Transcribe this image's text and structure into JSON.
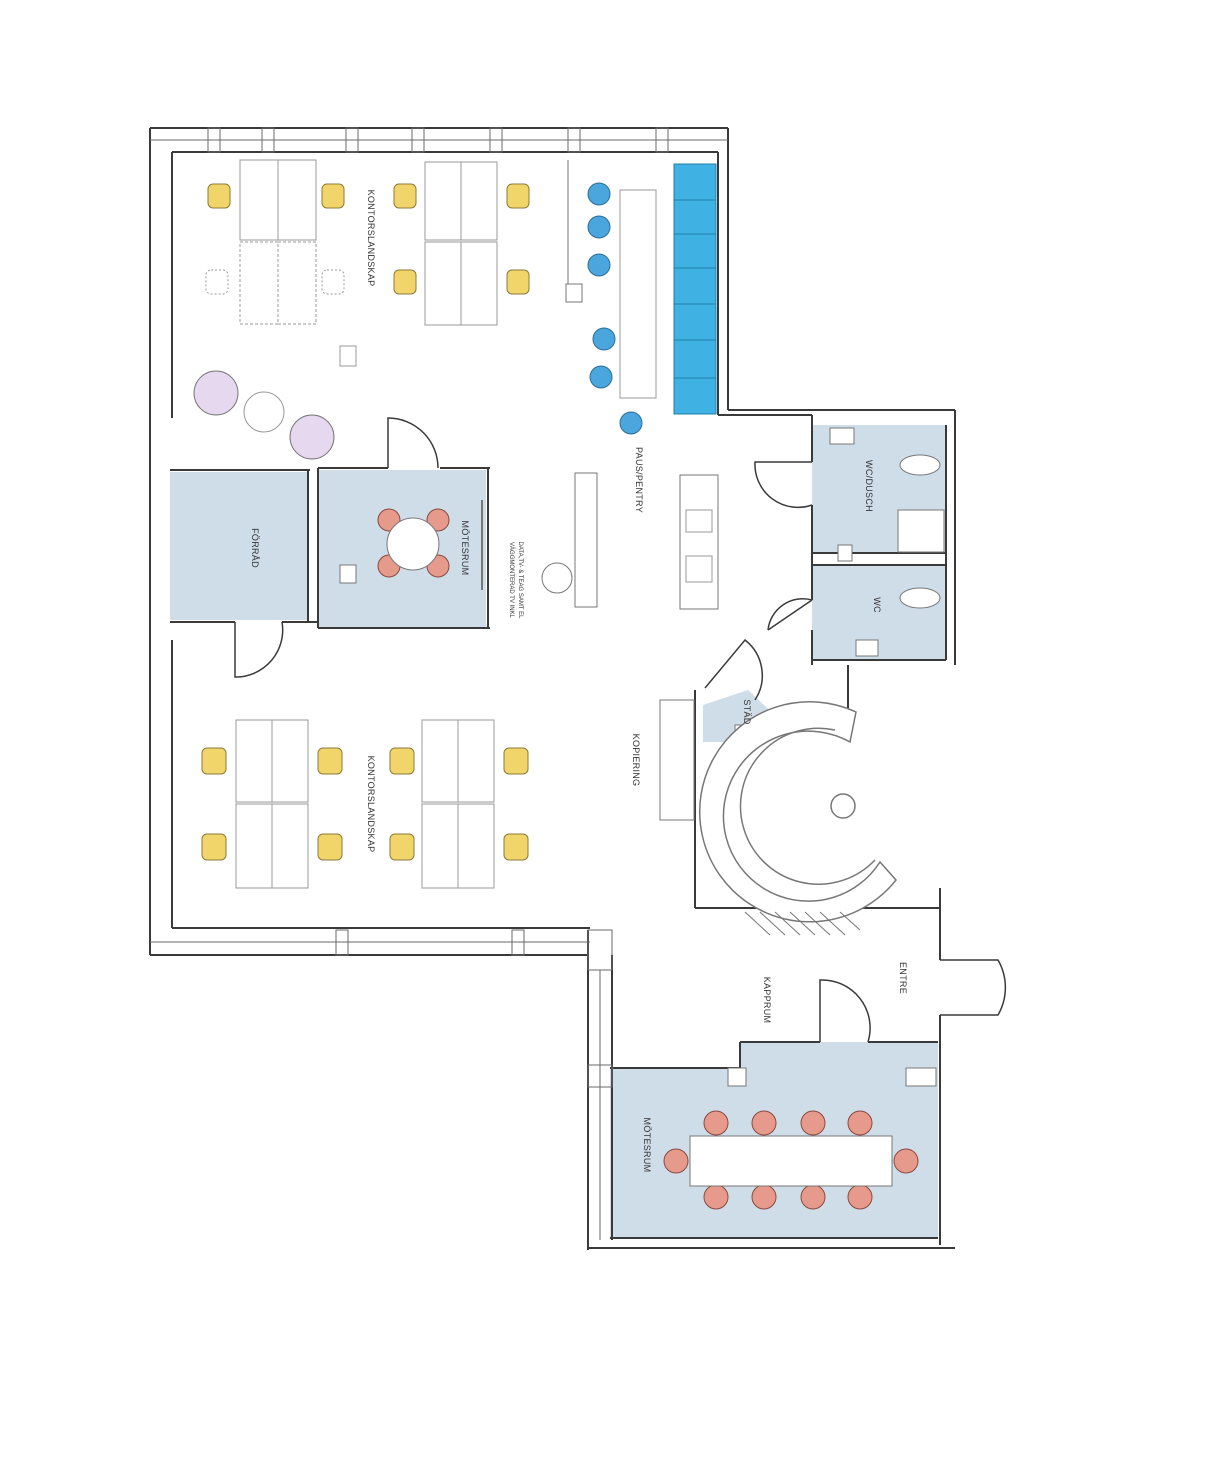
{
  "colors": {
    "wall": "#3a3a3a",
    "room_fill": "#cfdde9",
    "chair_yellow": "#f2d56a",
    "chair_pink": "#e59a8c",
    "stool_blue": "#4aa6dd",
    "sofa_blue": "#3fb2e3",
    "lounge_purple": "#e6d8ef"
  },
  "labels": {
    "office_top": "KONTORSLANDSKAP",
    "office_bottom": "KONTORSLANDSKAP",
    "pantry": "PAUS/PENTRY",
    "storage": "FÖRRÅD",
    "meeting_small": "MÖTESRUM",
    "meeting_large": "MÖTESRUM",
    "wc_shower": "WC/DUSCH",
    "wc": "WC",
    "cleaning": "STÄD",
    "copying": "KOPIERING",
    "cloakroom": "KAPPRUM",
    "entrance": "ENTRE",
    "tv_note_1": "VÄGGMONTERAD TV INKL",
    "tv_note_2": "DATA,TV- & TEAG SAMT EL"
  }
}
